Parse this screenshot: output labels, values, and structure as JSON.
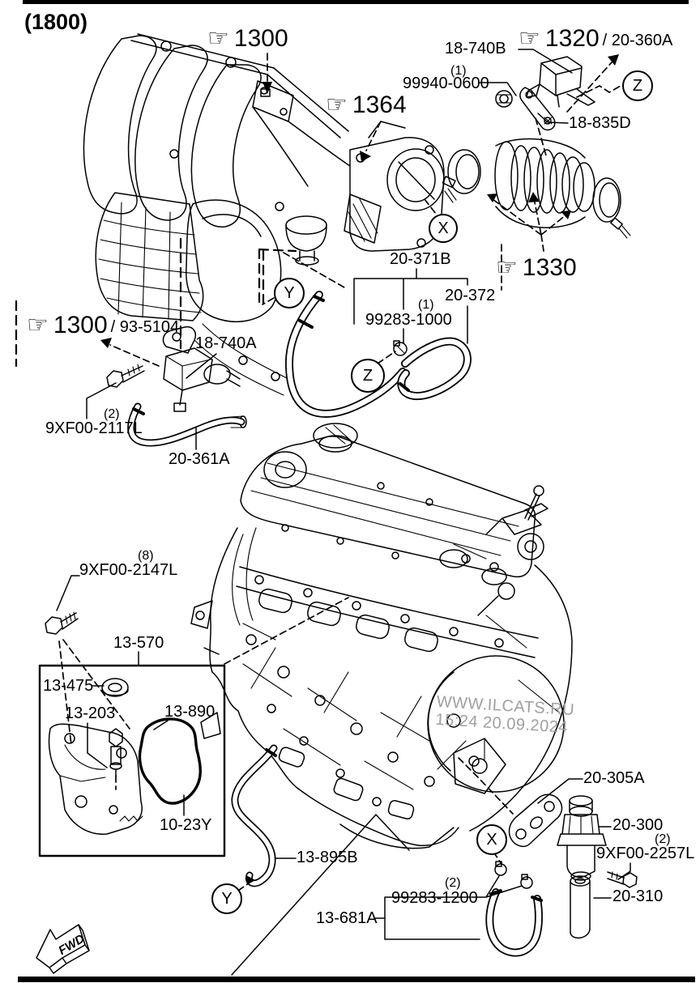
{
  "page": {
    "variant": "(1800)",
    "fwd": "FWD",
    "watermark": {
      "line1": "WWW.ILCATS.RU",
      "line2": "15:24 20.09.2024"
    }
  },
  "icons": {
    "hand": "☞"
  },
  "refs": {
    "r1300_top": {
      "num": "1300",
      "suffix": ""
    },
    "r1320": {
      "num": "1320",
      "suffix": "/ 20-360A"
    },
    "r1364": {
      "num": "1364",
      "suffix": ""
    },
    "r1330": {
      "num": "1330",
      "suffix": ""
    },
    "r1300_mid": {
      "num": "1300",
      "suffix": "/ 93-5104"
    }
  },
  "parts": {
    "p18_740B": {
      "code": "18-740B"
    },
    "p99940_0600": {
      "code": "99940-0600",
      "qty": "(1)"
    },
    "p18_835D": {
      "code": "18-835D"
    },
    "p20_371B": {
      "code": "20-371B"
    },
    "p20_372": {
      "code": "20-372"
    },
    "p99283_1000": {
      "code": "99283-1000",
      "qty": "(1)"
    },
    "p18_740A": {
      "code": "18-740A"
    },
    "p9XF00_2117L": {
      "code": "9XF00-2117L",
      "qty": "(2)"
    },
    "p20_361A": {
      "code": "20-361A"
    },
    "p9XF00_2147L": {
      "code": "9XF00-2147L",
      "qty": "(8)"
    },
    "p13_570": {
      "code": "13-570"
    },
    "p13_475": {
      "code": "13-475"
    },
    "p13_203": {
      "code": "13-203"
    },
    "p13_890": {
      "code": "13-890"
    },
    "p10_23Y": {
      "code": "10-23Y"
    },
    "p13_895B": {
      "code": "13-895B"
    },
    "p20_305A": {
      "code": "20-305A"
    },
    "p20_300": {
      "code": "20-300"
    },
    "p9XF00_2257L": {
      "code": "9XF00-2257L",
      "qty": "(2)"
    },
    "p20_310": {
      "code": "20-310"
    },
    "p99283_1200": {
      "code": "99283-1200",
      "qty": "(2)"
    },
    "p13_681A": {
      "code": "13-681A"
    }
  },
  "markers": {
    "x": "X",
    "y": "Y",
    "z": "Z"
  }
}
